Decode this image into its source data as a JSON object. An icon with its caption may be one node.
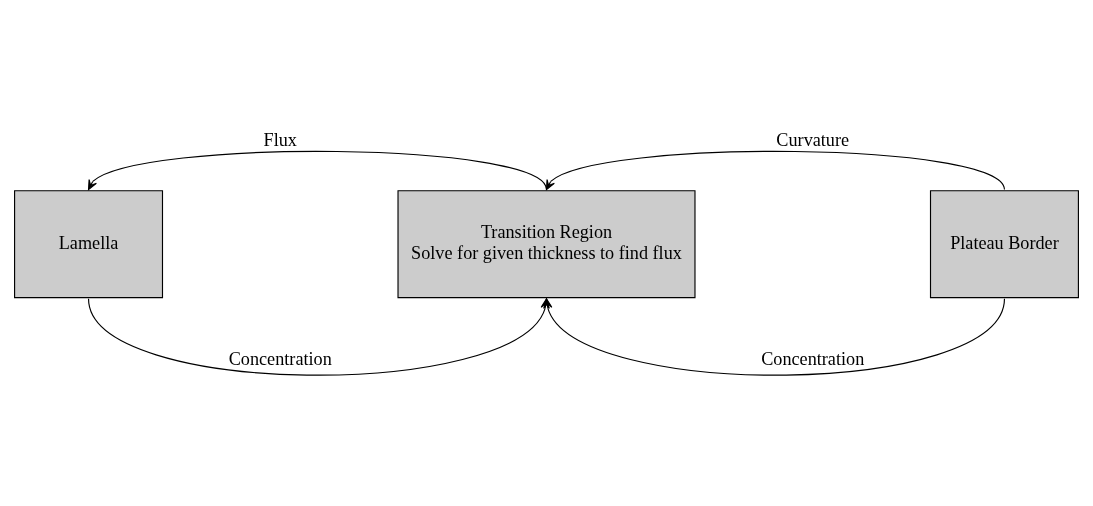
{
  "diagram": {
    "nodes": [
      {
        "text": [
          "Lamella"
        ]
      },
      {
        "text": [
          "Transition Region",
          "Solve for given thickness to find flux"
        ]
      },
      {
        "text": [
          "Plateau Border"
        ]
      }
    ],
    "edges": [
      {
        "from": 1,
        "to": 0,
        "arrow": "to",
        "label": "Flux"
      },
      {
        "from": 0,
        "to": 1,
        "arrow": "to",
        "label": "Concentration"
      },
      {
        "from": 2,
        "to": 1,
        "arrow": "to",
        "label": "Curvature"
      },
      {
        "from": 2,
        "to": 1,
        "arrow": "to",
        "label": "Concentration"
      }
    ]
  }
}
